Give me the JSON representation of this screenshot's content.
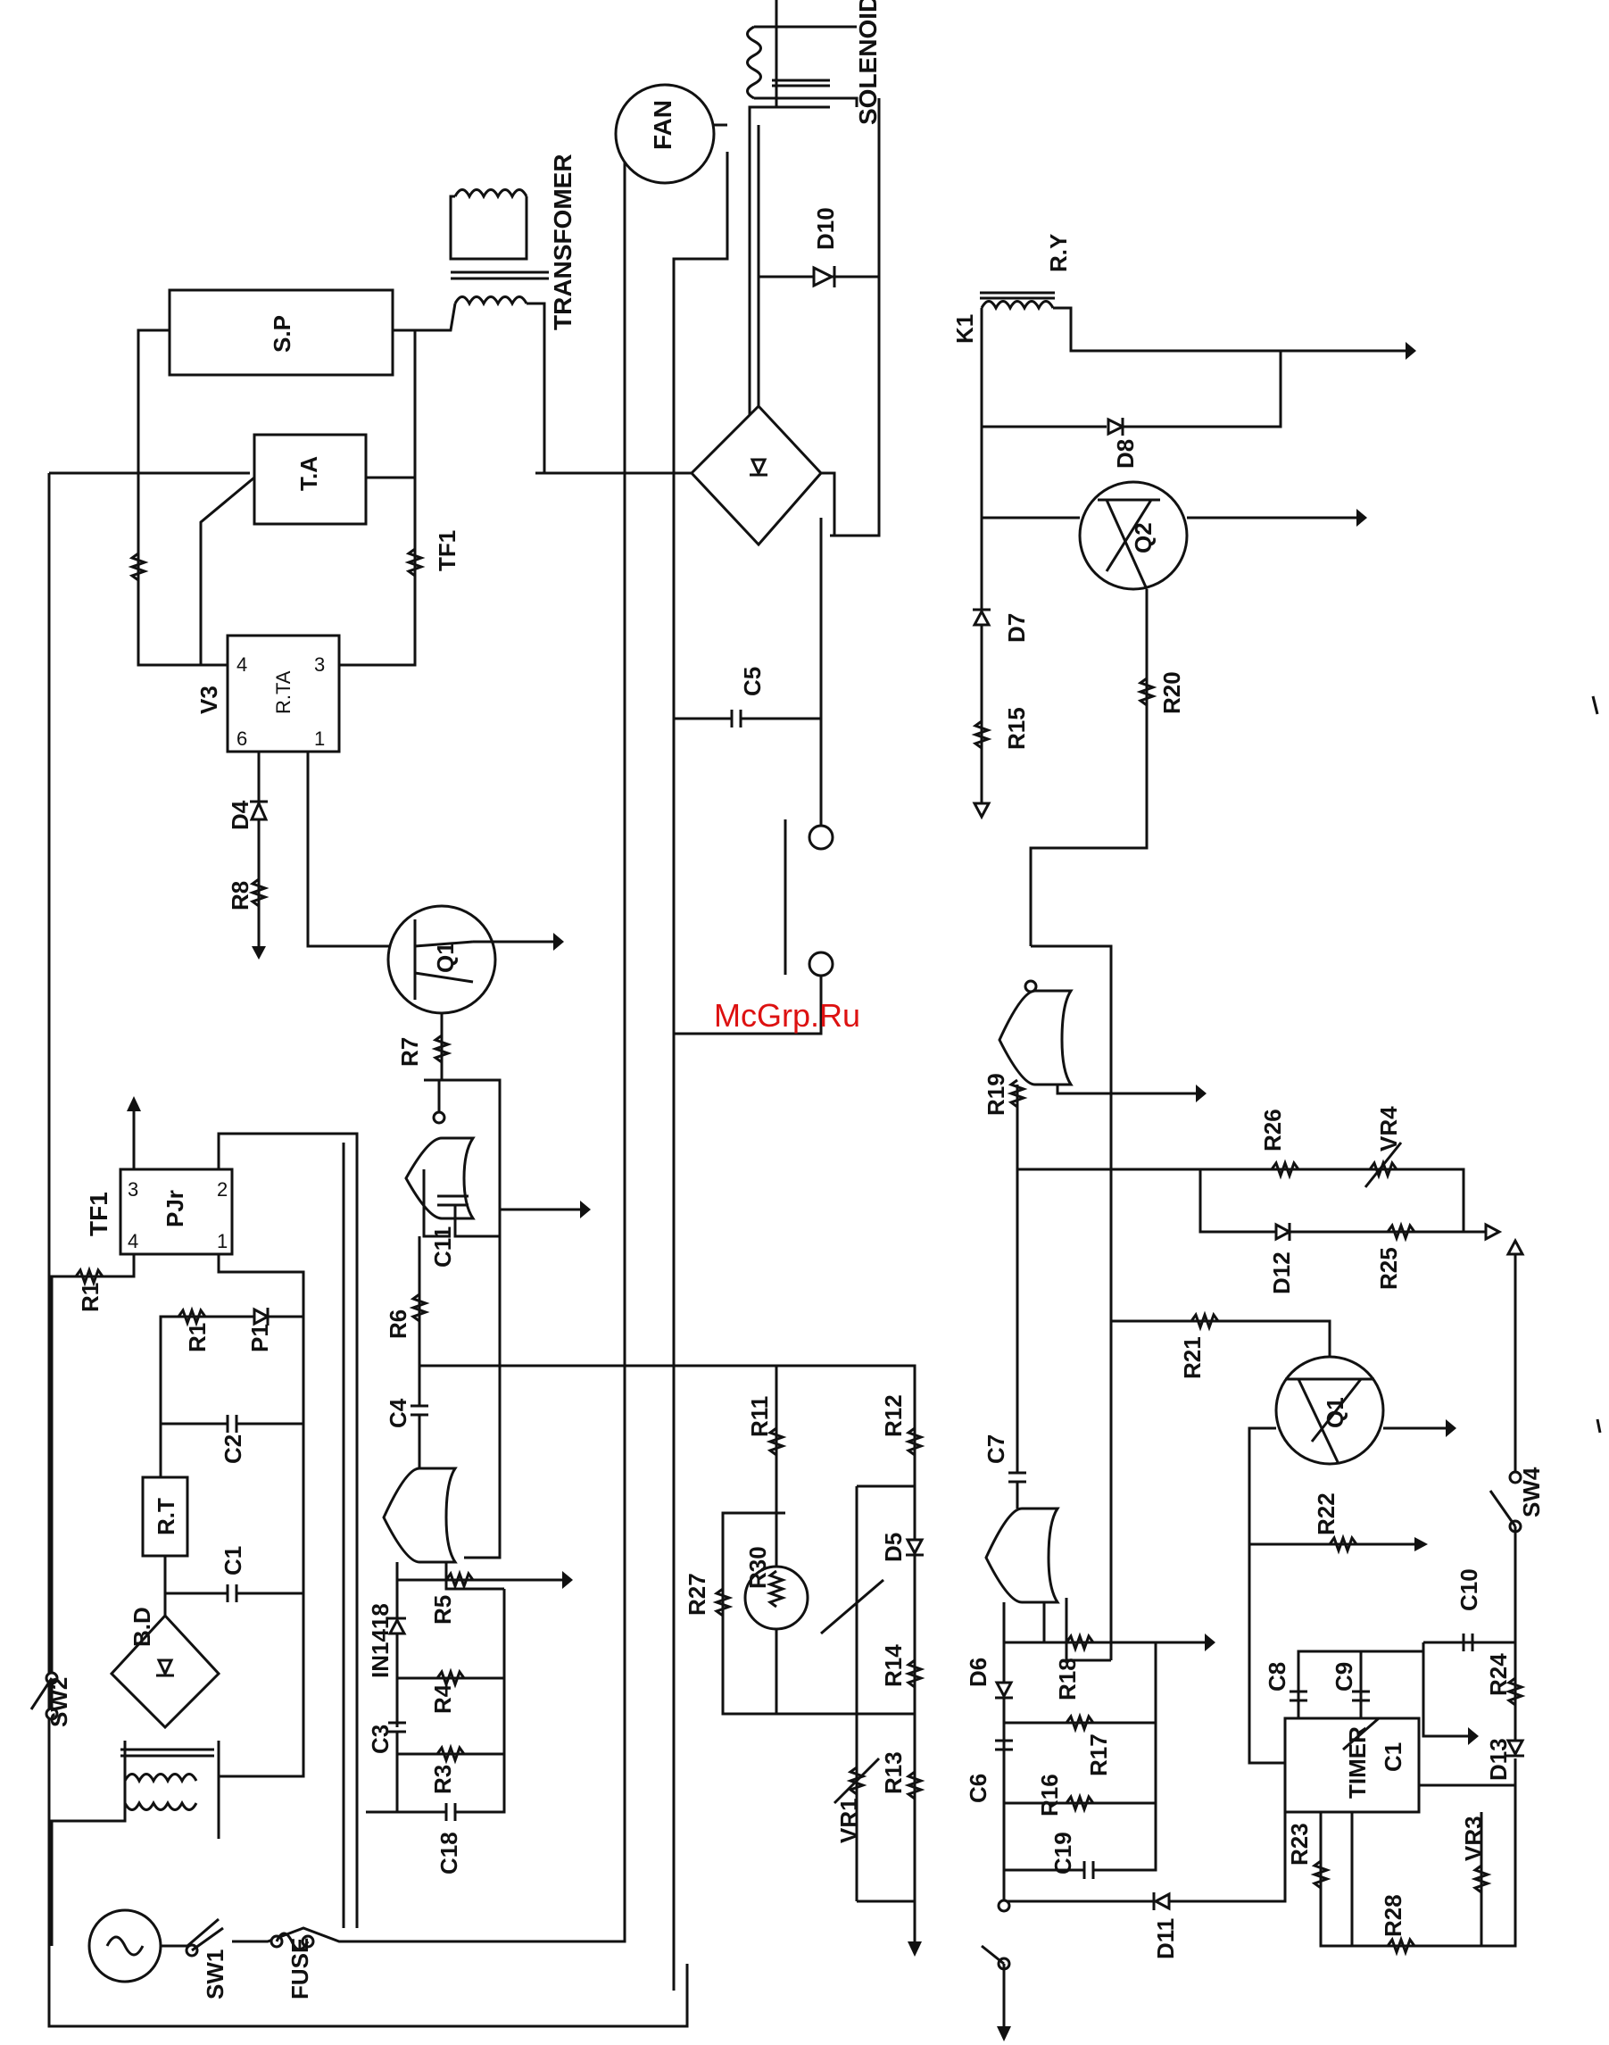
{
  "watermark": "McGrp.Ru",
  "labels": {
    "solenoid": "SOLENOID",
    "fan": "FAN",
    "transformer": "TRANSFOMER",
    "d10": "D10",
    "sp": "S.P",
    "ta": "T.A",
    "tf1_top": "TF1",
    "v3": "V3",
    "ic_small": "R.TA",
    "d4": "D4",
    "r8": "R8",
    "q1_top": "Q1",
    "r7": "R7",
    "c5": "C5",
    "k1": "K1",
    "ry": "R.Y",
    "d8": "D8",
    "q2": "Q2",
    "d7": "D7",
    "r15": "R15",
    "r20": "R20",
    "tf1_left": "TF1",
    "pjr": "PJr",
    "r1_a": "R1",
    "r1_b": "R1",
    "p1": "P1",
    "c2": "C2",
    "rt": "R.T",
    "c1_left": "C1",
    "bd": "B.D",
    "sw2": "SW2",
    "sw1": "SW1",
    "fuse": "FUSE",
    "c11": "C11",
    "r6": "R6",
    "c4": "C4",
    "in1418": "IN1418",
    "r5": "R5",
    "r4": "R4",
    "c3": "C3",
    "r3": "R3",
    "c18": "C18",
    "r11": "R11",
    "r12": "R12",
    "r27": "R27",
    "r30": "R30",
    "d5": "D5",
    "r14": "R14",
    "vr1": "VR1",
    "r13": "R13",
    "r19": "R19",
    "r26": "R26",
    "vr4": "VR4",
    "d12": "D12",
    "r25": "R25",
    "r21": "R21",
    "q1_bottom": "Q1",
    "c7": "C7",
    "r22": "R22",
    "c10": "C10",
    "sw4": "SW4",
    "d6": "D6",
    "r18": "R18",
    "c8": "C8",
    "c9": "C9",
    "r24": "R24",
    "c6": "C6",
    "r16": "R16",
    "r17": "R17",
    "timer": "TIMER",
    "c1_timer": "C1",
    "d13": "D13",
    "c19": "C19",
    "r23": "R23",
    "vr3": "VR3",
    "d11": "D11",
    "r28": "R28"
  },
  "pins": {
    "v3_4": "4",
    "v3_3": "3",
    "v3_6": "6",
    "v3_1": "1",
    "tf1_3": "3",
    "tf1_2": "2",
    "tf1_4": "4",
    "tf1_1": "1"
  }
}
